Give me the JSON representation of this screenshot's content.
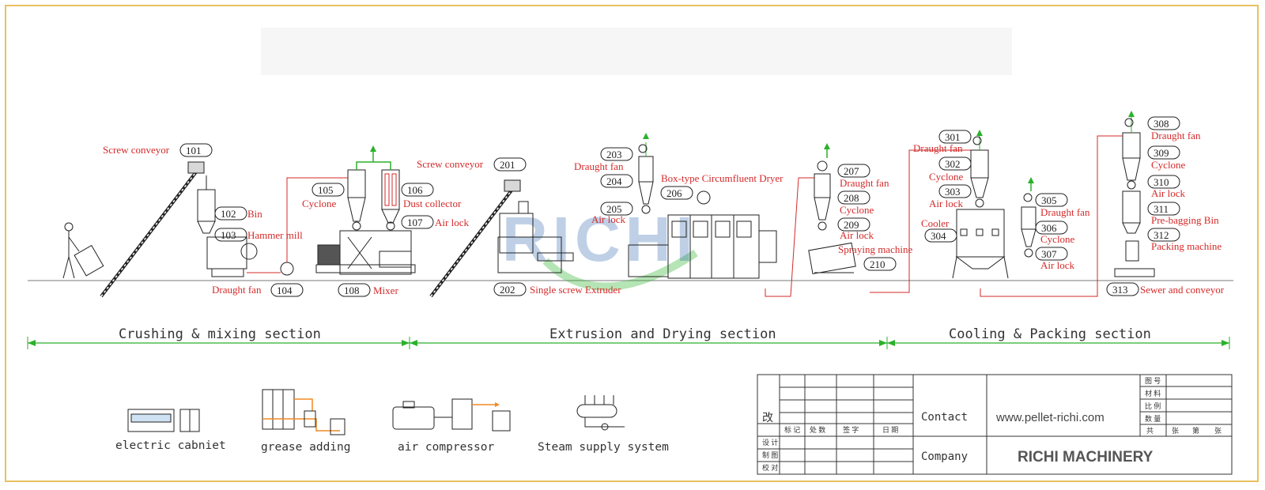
{
  "title": "",
  "sections": [
    {
      "label": "Crushing & mixing section"
    },
    {
      "label": "Extrusion and Drying section"
    },
    {
      "label": "Cooling & Packing section"
    }
  ],
  "equipment": [
    {
      "num": "101",
      "name": "Screw conveyor"
    },
    {
      "num": "102",
      "name": "Bin"
    },
    {
      "num": "103",
      "name": "Hammer mill"
    },
    {
      "num": "104",
      "name": "Draught fan"
    },
    {
      "num": "105",
      "name": "Cyclone"
    },
    {
      "num": "106",
      "name": "Dust collector"
    },
    {
      "num": "107",
      "name": "Air lock"
    },
    {
      "num": "108",
      "name": "Mixer"
    },
    {
      "num": "201",
      "name": "Screw conveyor"
    },
    {
      "num": "202",
      "name": "Single screw Extruder"
    },
    {
      "num": "203",
      "name": "Draught fan"
    },
    {
      "num": "204",
      "name": ""
    },
    {
      "num": "205",
      "name": "Air lock"
    },
    {
      "num": "206",
      "name": "Box-type Circumfluent Dryer"
    },
    {
      "num": "207",
      "name": "Draught fan"
    },
    {
      "num": "208",
      "name": "Cyclone"
    },
    {
      "num": "209",
      "name": "Air lock"
    },
    {
      "num": "210",
      "name": "Spraying machine"
    },
    {
      "num": "301",
      "name": "Draught fan"
    },
    {
      "num": "302",
      "name": "Cyclone"
    },
    {
      "num": "303",
      "name": "Air lock"
    },
    {
      "num": "304",
      "name": "Cooler"
    },
    {
      "num": "305",
      "name": "Draught fan"
    },
    {
      "num": "306",
      "name": "Cyclone"
    },
    {
      "num": "307",
      "name": "Air lock"
    },
    {
      "num": "308",
      "name": "Draught fan"
    },
    {
      "num": "309",
      "name": "Cyclone"
    },
    {
      "num": "310",
      "name": "Air lock"
    },
    {
      "num": "311",
      "name": "Pre-bagging Bin"
    },
    {
      "num": "312",
      "name": "Packing machine"
    },
    {
      "num": "313",
      "name": "Sewer and conveyor"
    }
  ],
  "legend": [
    {
      "label": "electric cabniet",
      "icon": "electric-cabinet-icon"
    },
    {
      "label": "grease adding",
      "icon": "grease-adding-icon"
    },
    {
      "label": "air compressor",
      "icon": "air-compressor-icon"
    },
    {
      "label": "Steam supply system",
      "icon": "steam-supply-icon"
    }
  ],
  "title_block": {
    "contact_label": "Contact",
    "contact_value": "www.pellet-richi.com",
    "company_label": "Company",
    "company_value": "RICHI MACHINERY",
    "revision_mark": "改",
    "row_headers": [
      "标 记",
      "处 数",
      "签 字",
      "日 期"
    ],
    "sign_rows": [
      "设 计",
      "制 图",
      "校 对"
    ],
    "right_rows": [
      "图 号",
      "材 料",
      "比 例",
      "数 量"
    ],
    "sheet_row": [
      "共",
      "张",
      "第",
      "张"
    ]
  },
  "watermark": "RICHI",
  "colors": {
    "label_red": "#d42a2a",
    "dimension_green": "#2bb12b",
    "frame_gold": "#e8c060"
  }
}
